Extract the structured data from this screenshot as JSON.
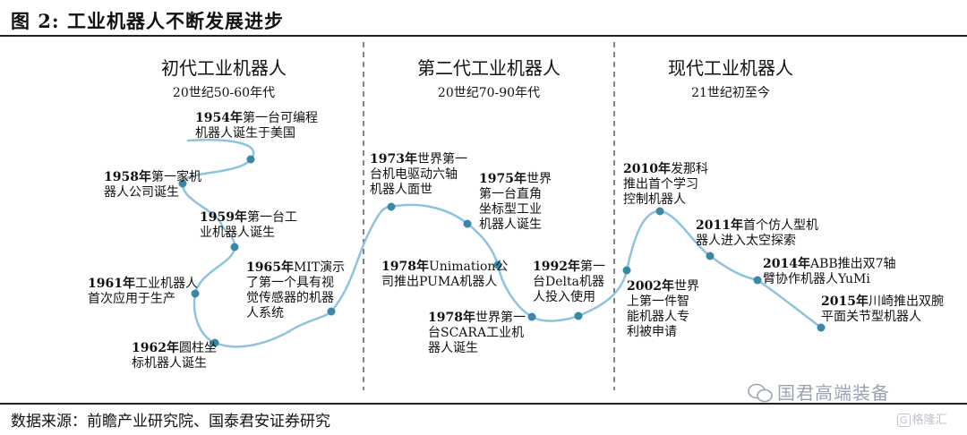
{
  "title": "图 2:   工业机器人不断发展进步",
  "eras": [
    {
      "name": "初代工业机器人",
      "period": "20世纪50-60年代"
    },
    {
      "name": "第二代工业机器人",
      "period": "20世纪70-90年代"
    },
    {
      "name": "现代工业机器人",
      "period": "21世纪初至今"
    }
  ],
  "events": [
    {
      "year": "1954年",
      "text": "第一台可编程\n机器人诞生于美国"
    },
    {
      "year": "1958年",
      "text": "第一家机\n器人公司诞生"
    },
    {
      "year": "1959年",
      "text": "第一台工\n业机器人诞生"
    },
    {
      "year": "1961年",
      "text": "工业机器人\n首次应用于生产"
    },
    {
      "year": "1962年",
      "text": "圆柱坐\n标机器人诞生"
    },
    {
      "year": "1965年",
      "text": "MIT演示\n了第一个具有视\n觉传感器的机器\n人系统"
    },
    {
      "year": "1973年",
      "text": "世界第一\n台机电驱动六轴\n机器人面世"
    },
    {
      "year": "1975年",
      "text": "世界\n第一台直角\n坐标型工业\n机器人诞生"
    },
    {
      "year": "1978年",
      "text": "Unimation公\n司推出PUMA机器人"
    },
    {
      "year": "1978年",
      "text": "世界第一\n台SCARA工业机\n器人诞生"
    },
    {
      "year": "1992年",
      "text": "第一\n台Delta机器\n人投入使用"
    },
    {
      "year": "2002年",
      "text": "世界\n上第一件智\n能机器人专\n利被申请"
    },
    {
      "year": "2010年",
      "text": "发那科\n推出首个学习\n控制机器人"
    },
    {
      "year": "2011年",
      "text": "首个仿人型机\n器人进入太空探索"
    },
    {
      "year": "2014年",
      "text": "ABB推出双7轴\n臂协作机器人YuMi"
    },
    {
      "year": "2015年",
      "text": "川崎推出双腕\n平面关节型机器人"
    }
  ],
  "source": "数据来源：前瞻产业研究院、国泰君安证券研究",
  "watermark": "国君高端装备",
  "badge": "格隆汇",
  "colors": {
    "curve": "#8ec3e0",
    "dot": "#3b87a8",
    "divider": "#333333",
    "text": "#111111"
  }
}
